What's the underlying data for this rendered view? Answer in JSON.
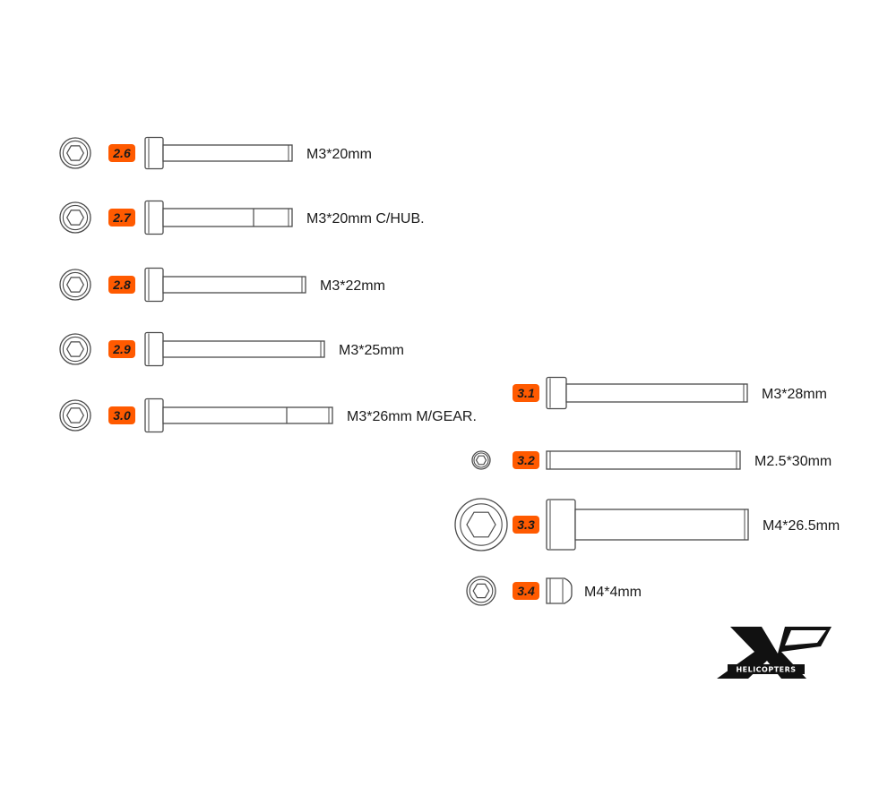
{
  "colors": {
    "badge": "#ff5a00",
    "line": "#4a4a4a",
    "ink": "#1a1a1a"
  },
  "screws": [
    {
      "id": "2.6",
      "label": "M3*20mm"
    },
    {
      "id": "2.7",
      "label": "M3*20mm C/HUB."
    },
    {
      "id": "2.8",
      "label": "M3*22mm"
    },
    {
      "id": "2.9",
      "label": "M3*25mm"
    },
    {
      "id": "3.0",
      "label": "M3*26mm M/GEAR."
    },
    {
      "id": "3.1",
      "label": "M3*28mm"
    },
    {
      "id": "3.2",
      "label": "M2.5*30mm"
    },
    {
      "id": "3.3",
      "label": "M4*26.5mm"
    },
    {
      "id": "3.4",
      "label": "M4*4mm"
    }
  ],
  "logo": {
    "text": "HELICOPTERS",
    "icon": "kr-logo-icon"
  }
}
